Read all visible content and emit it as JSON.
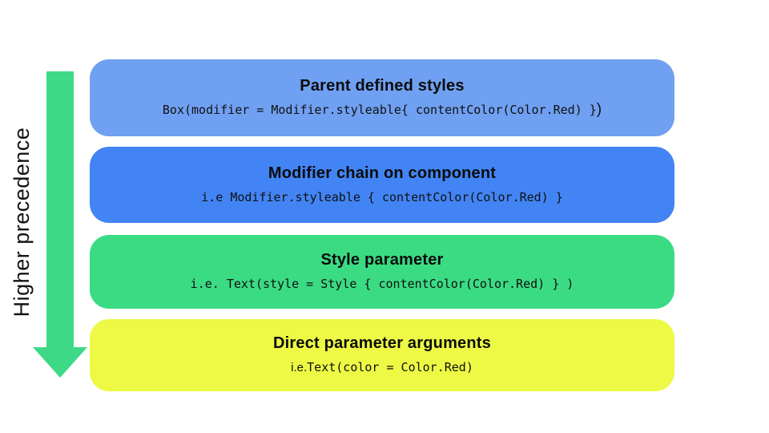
{
  "diagram": {
    "background_color": "#ffffff",
    "arrow": {
      "label": "Higher precedence",
      "color": "#3ED987",
      "direction": "down"
    },
    "boxes": [
      {
        "title": "Parent defined styles",
        "code": "Box(modifier = Modifier.styleable{ contentColor(Color.Red) }",
        "code_suffix": ")",
        "color": "#6FA0F2"
      },
      {
        "title": "Modifier chain on component",
        "code": "i.e Modifier.styleable { contentColor(Color.Red) }",
        "color": "#4284F4"
      },
      {
        "title": "Style parameter",
        "code": "i.e. Text(style = Style { contentColor(Color.Red) } )",
        "color": "#3BDB83"
      },
      {
        "title": "Direct parameter arguments",
        "code_prefix": "i.e.",
        "code": "Text(color = Color.Red)",
        "color": "#EDF944"
      }
    ]
  }
}
